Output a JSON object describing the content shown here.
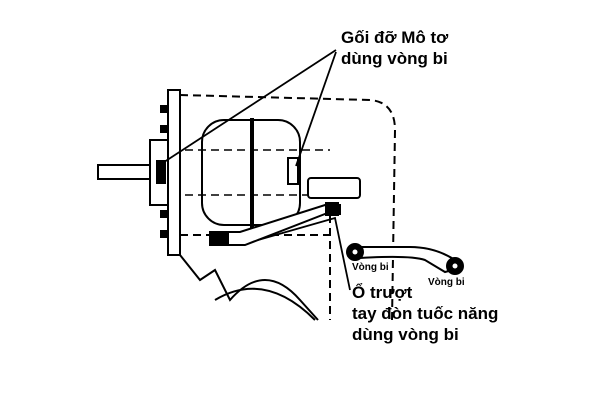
{
  "labels": {
    "motor_mount_line1": "Gối đỡ Mô tơ",
    "motor_mount_line2": "dùng vòng bi",
    "slider_line1": "Ổ trượt",
    "slider_line2": "tay đòn tuốc năng",
    "slider_line3": "dùng vòng bi",
    "bearing_left": "Vòng bi",
    "bearing_right": "Vòng bi"
  }
}
